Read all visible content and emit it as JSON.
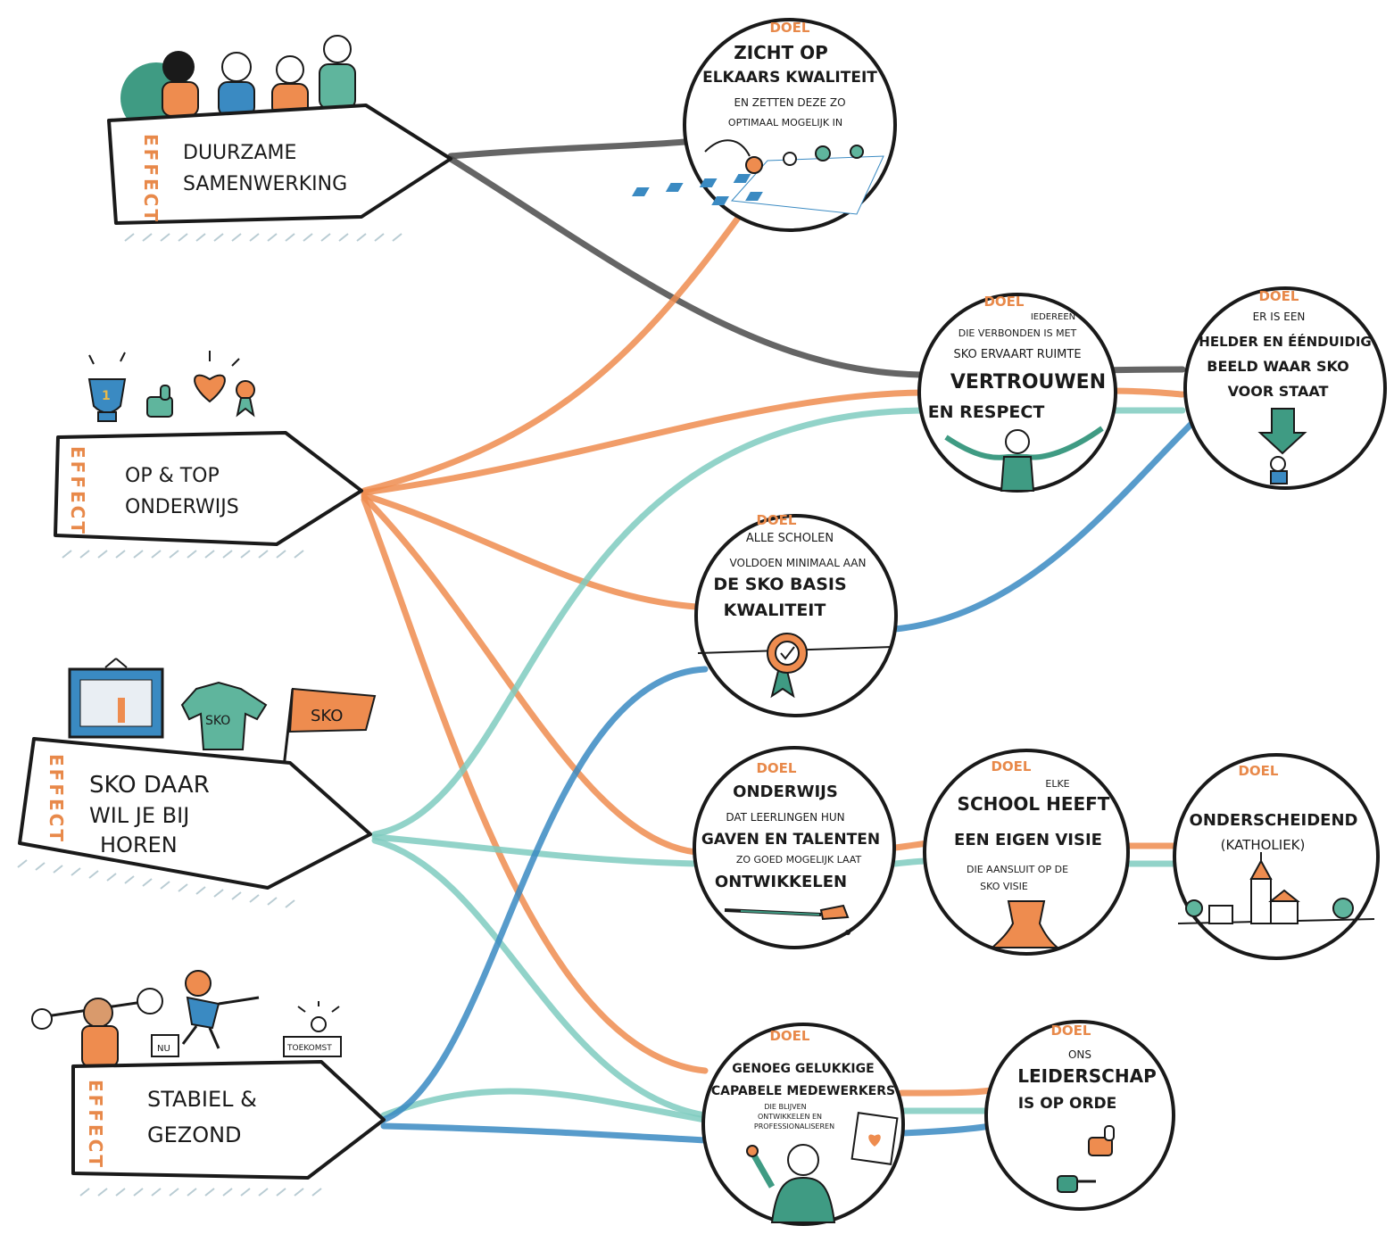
{
  "colors": {
    "orange": "#ee8c4f",
    "dark": "#4a4a4a",
    "teal": "#7fcbbf",
    "blue": "#3a8ac2",
    "label_orange": "#e8894a",
    "green": "#3f9b83"
  },
  "effects": [
    {
      "label": "EFFECT",
      "lines": [
        "DUURZAME",
        "SAMENWERKING"
      ],
      "icon": "team-people-icon"
    },
    {
      "label": "EFFECT",
      "lines": [
        "OP & TOP",
        "ONDERWIJS"
      ],
      "icon": "trophy-heart-award-icon"
    },
    {
      "label": "EFFECT",
      "lines": [
        "SKO DAAR",
        "WIL JE BIJ",
        "HOREN"
      ],
      "icon": "frame-shirt-flag-icon",
      "shirt_text": "SKO",
      "flag_text": "SKO"
    },
    {
      "label": "EFFECT",
      "lines": [
        "STABIEL &",
        "GEZOND"
      ],
      "icon": "weightlifter-signs-icon",
      "sign_now": "NU",
      "sign_future": "TOEKOMST"
    }
  ],
  "goals": [
    {
      "label": "DOEL",
      "lines": [
        "ZICHT OP",
        "ELKAARS KWALITEIT",
        "EN ZETTEN DEZE ZO",
        "OPTIMAAL MOGELIJK IN"
      ],
      "icon": "chessboard-icon"
    },
    {
      "label": "DOEL",
      "lines": [
        "IEDEREEN",
        "DIE VERBONDEN IS MET",
        "SKO ERVAART RUIMTE",
        "VERTROUWEN",
        "EN RESPECT"
      ],
      "icon": "open-arms-person-icon"
    },
    {
      "label": "DOEL",
      "lines": [
        "ER IS EEN",
        "HELDER EN ÉÉNDUIDIG",
        "BEELD WAAR SKO",
        "VOOR STAAT"
      ],
      "icon": "down-arrow-person-icon"
    },
    {
      "label": "DOEL",
      "lines": [
        "ALLE SCHOLEN",
        "VOLDOEN MINIMAAL AAN",
        "DE SKO BASIS",
        "KWALITEIT"
      ],
      "icon": "quality-seal-icon"
    },
    {
      "label": "DOEL",
      "lines": [
        "ONDERWIJS",
        "DAT LEERLINGEN HUN",
        "GAVEN EN TALENTEN",
        "ZO GOED MOGELIJK LAAT",
        "ONTWIKKELEN"
      ],
      "icon": "paintbrush-icon"
    },
    {
      "label": "DOEL",
      "lines": [
        "ELKE",
        "SCHOOL HEEFT",
        "EEN EIGEN VISIE",
        "DIE AANSLUIT OP DE",
        "SKO VISIE"
      ],
      "icon": "tree-trunk-icon"
    },
    {
      "label": "DOEL",
      "lines": [
        "ONDERSCHEIDEND",
        "(KATHOLIEK)"
      ],
      "icon": "church-village-icon"
    },
    {
      "label": "DOEL",
      "lines": [
        "GENOEG GELUKKIGE",
        "CAPABELE MEDEWERKERS",
        "DIE BLIJVEN",
        "ONTWIKKELEN EN",
        "PROFESSIONALISEREN"
      ],
      "icon": "happy-employee-icon"
    },
    {
      "label": "DOEL",
      "lines": [
        "ONS",
        "LEIDERSCHAP",
        "IS OP ORDE"
      ],
      "icon": "thumbs-up-pointing-hand-icon"
    }
  ]
}
